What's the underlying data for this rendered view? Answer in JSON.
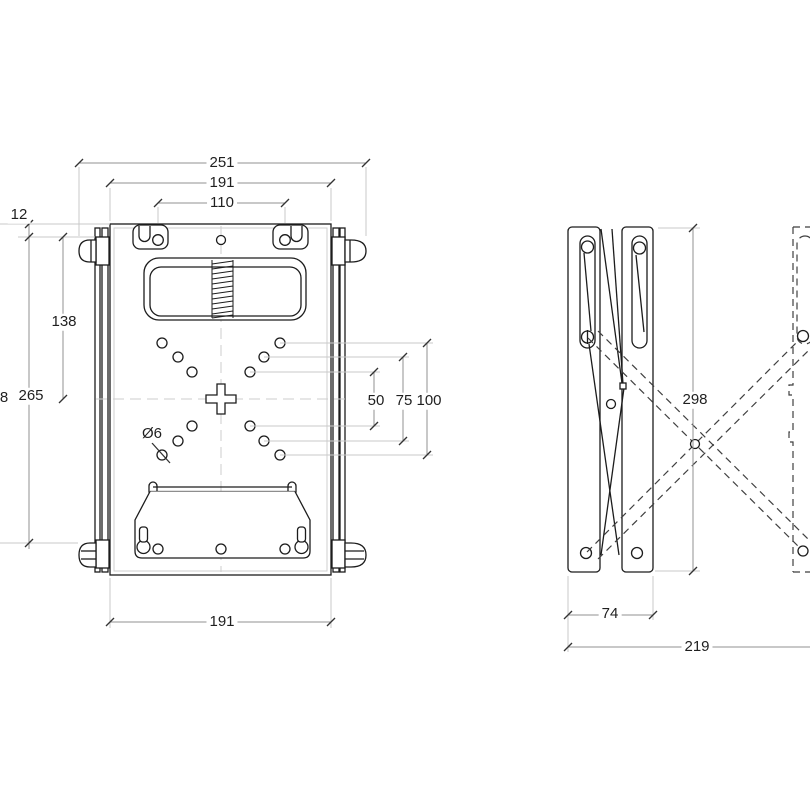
{
  "drawing": {
    "type": "technical-drawing-wall-mount",
    "background": "#ffffff",
    "line_color": "#1c1c1c",
    "dimension_line_color": "#909090",
    "extension_line_color": "#c9c9c9",
    "views": {
      "front": "wall plate front view",
      "side": "scissor arm side view (dashed = extended position)"
    },
    "labels": {
      "overall_width": "251",
      "plate_width_top": "191",
      "keyhole_spacing": "110",
      "top_offset": "12",
      "upper_height": "138",
      "rail_height": "265",
      "left_partial": "8",
      "hole_diameter": "Ø6",
      "vesa_50": "50",
      "vesa_75": "75",
      "vesa_100": "100",
      "plate_width_bottom": "191",
      "side_height": "298",
      "bracket_depth": "74",
      "extended_depth": "219"
    }
  }
}
